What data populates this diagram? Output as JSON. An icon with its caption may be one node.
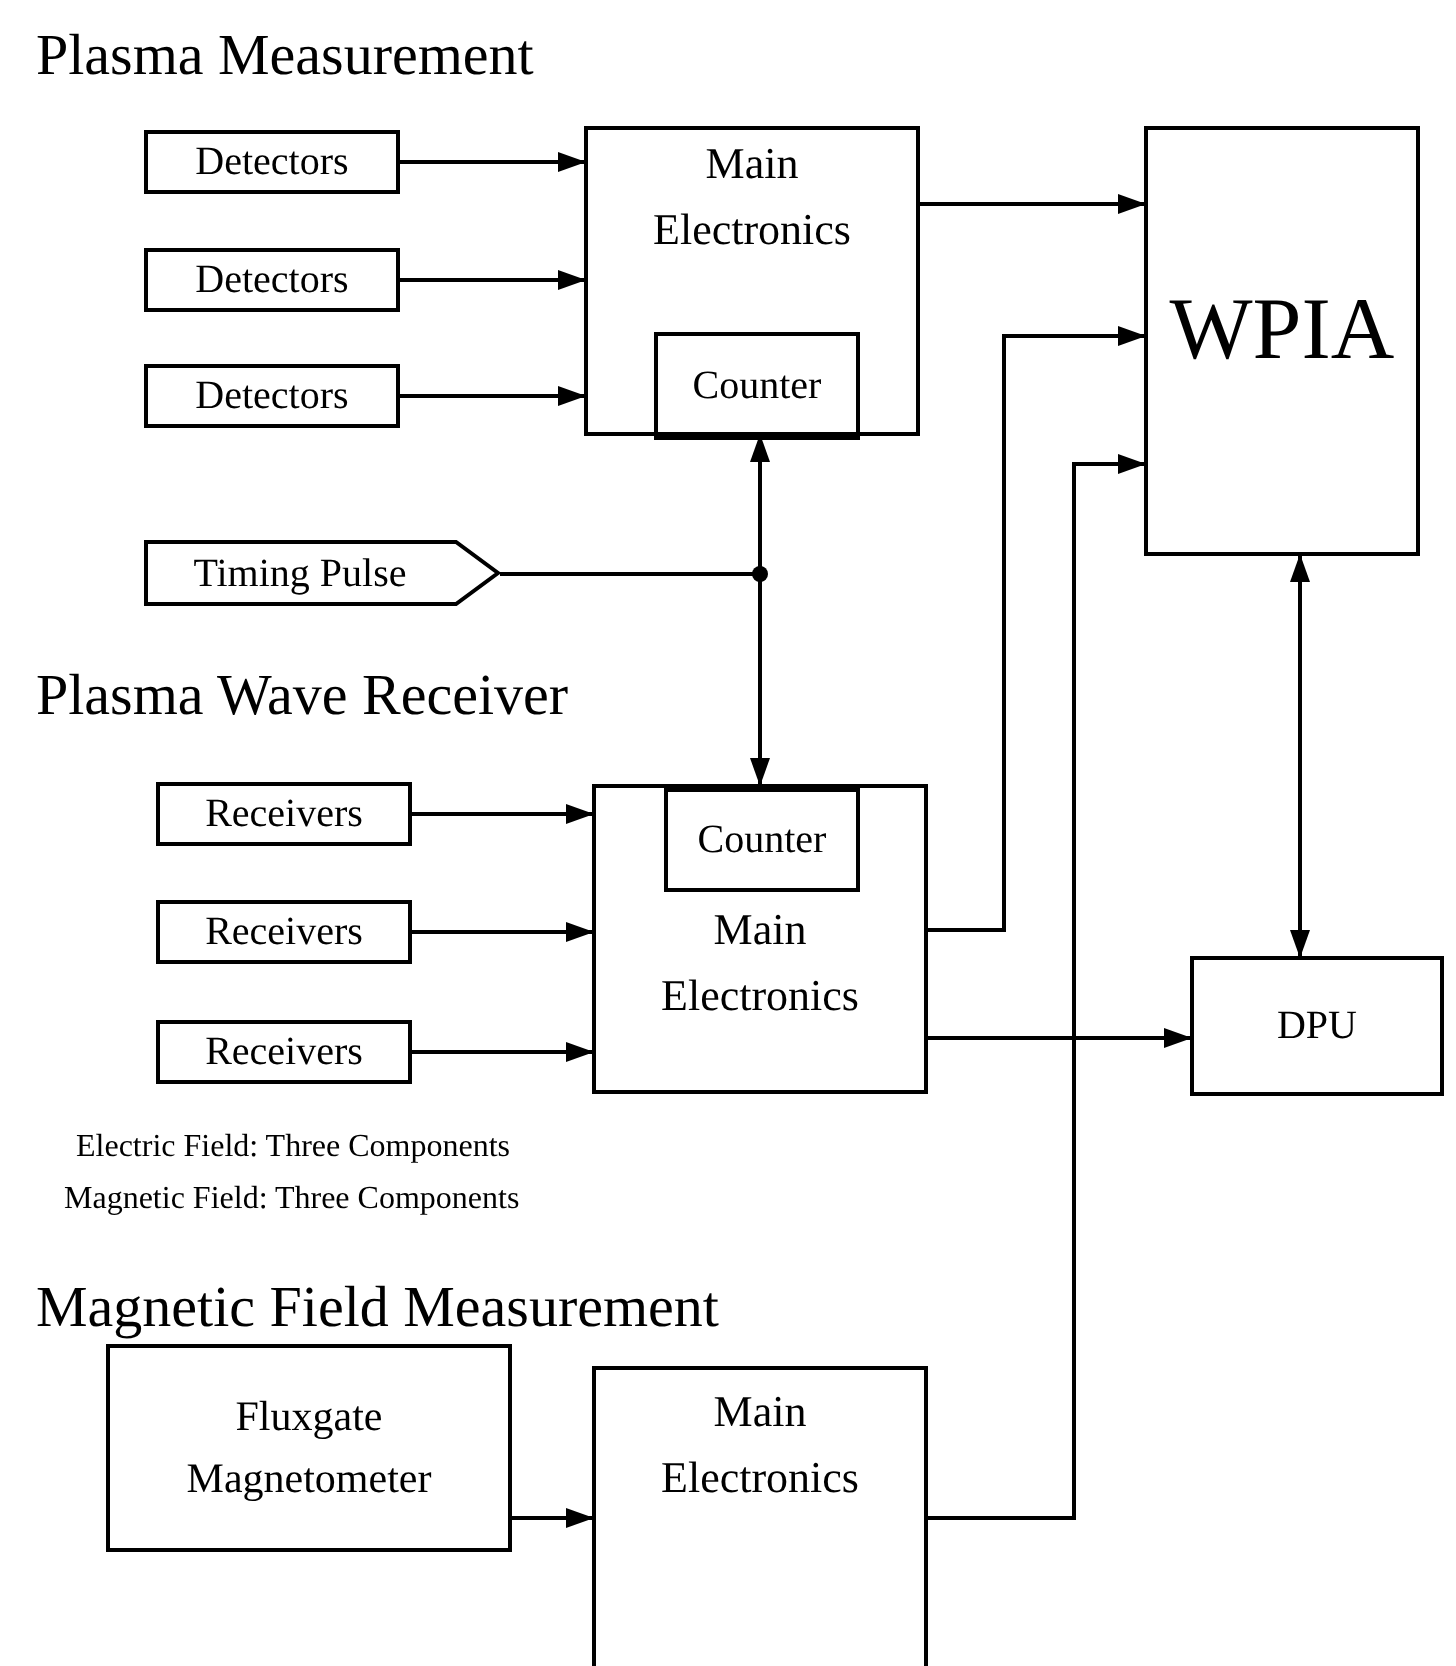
{
  "diagram": {
    "nodes": [
      {
        "text": [
          "Detectors"
        ]
      },
      {
        "text": [
          "Detectors"
        ]
      },
      {
        "text": [
          "Detectors"
        ]
      },
      {
        "text": [
          "Main Electronics"
        ]
      },
      {
        "text": [
          "Counter"
        ],
        "in": 3
      },
      {
        "text": [
          "WPIA"
        ]
      },
      {
        "text": [
          "Timing Pulse"
        ]
      },
      {
        "text": [
          "Receivers"
        ]
      },
      {
        "text": [
          "Receivers"
        ]
      },
      {
        "text": [
          "Receivers"
        ]
      },
      {
        "text": [
          "Main Electronics"
        ]
      },
      {
        "text": [
          "Counter"
        ],
        "in": 10
      },
      {
        "text": [
          "DPU"
        ]
      },
      {
        "text": [
          "Fluxgate Magnetometer"
        ]
      },
      {
        "text": [
          "Main Electronics"
        ]
      }
    ],
    "edges": [
      {
        "from": 0,
        "to": 3,
        "arrow": "to"
      },
      {
        "from": 1,
        "to": 3,
        "arrow": "to"
      },
      {
        "from": 2,
        "to": 3,
        "arrow": "to"
      },
      {
        "from": 3,
        "to": 5,
        "arrow": "to"
      },
      {
        "from": 6,
        "to": 4,
        "arrow": "to"
      },
      {
        "from": 6,
        "to": 11,
        "arrow": "to"
      },
      {
        "from": 7,
        "to": 10,
        "arrow": "to"
      },
      {
        "from": 8,
        "to": 10,
        "arrow": "to"
      },
      {
        "from": 9,
        "to": 10,
        "arrow": "to"
      },
      {
        "from": 10,
        "to": 5,
        "arrow": "to"
      },
      {
        "from": 10,
        "to": 12,
        "arrow": "to"
      },
      {
        "from": 5,
        "to": 12,
        "arrow": "both"
      },
      {
        "from": 13,
        "to": 14,
        "arrow": "to"
      },
      {
        "from": 14,
        "to": 5,
        "arrow": "to"
      }
    ],
    "labels": [
      "Plasma Measurement",
      "Plasma Wave Receiver",
      "Electric Field: Three Components",
      "Magnetic Field: Three Components",
      "Magnetic Field Measurement"
    ]
  }
}
